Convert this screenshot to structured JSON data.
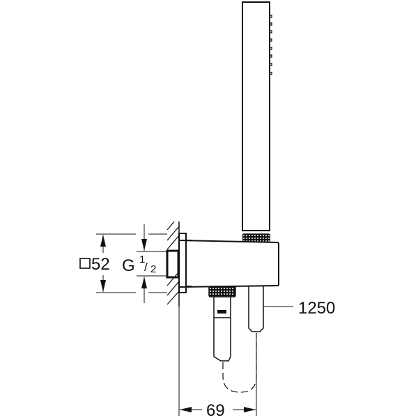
{
  "diagram": {
    "type": "technical-drawing",
    "subject": "shower wall outlet elbow with hand shower holder and hand shower",
    "colors": {
      "line": "#111111",
      "background": "#ffffff"
    },
    "dimensions": {
      "square_size": {
        "symbol": "square-icon",
        "value": "52"
      },
      "thread": {
        "prefix": "G",
        "numerator": "1",
        "denominator": "2"
      },
      "hose_length": "1250",
      "projection": "69"
    }
  }
}
